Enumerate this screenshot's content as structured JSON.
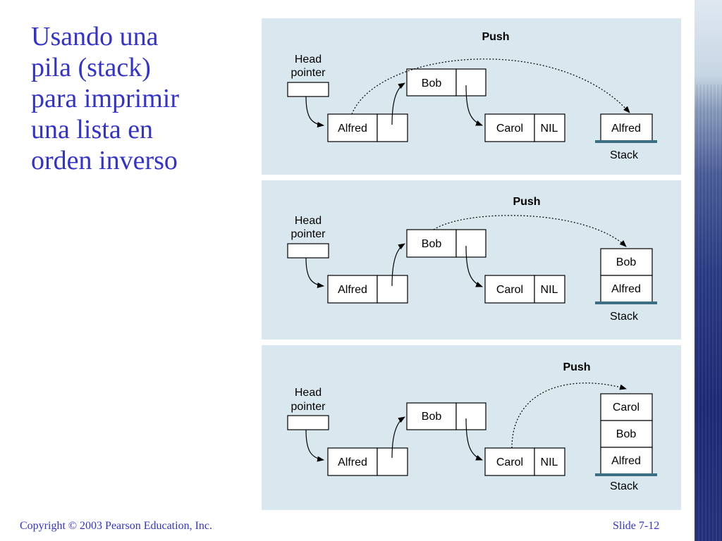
{
  "slide": {
    "title": "Usando una\npila (stack)\npara imprimir\nuna lista en\norden inverso",
    "copyright": "Copyright © 2003 Pearson Education, Inc.",
    "slide_number": "Slide 7-12"
  },
  "colors": {
    "title_text": "#3333cc",
    "panel_background": "#d9e8ee",
    "stack_base": "#3d6f84"
  },
  "labels": {
    "head_line1": "Head",
    "head_line2": "pointer",
    "push": "Push",
    "stack": "Stack"
  },
  "list_nodes": [
    {
      "name": "Alfred",
      "pointer": ""
    },
    {
      "name": "Bob",
      "pointer": ""
    },
    {
      "name": "Carol",
      "pointer": "NIL"
    }
  ],
  "panels": [
    {
      "stack": [
        "Alfred"
      ]
    },
    {
      "stack": [
        "Bob",
        "Alfred"
      ]
    },
    {
      "stack": [
        "Carol",
        "Bob",
        "Alfred"
      ]
    }
  ]
}
